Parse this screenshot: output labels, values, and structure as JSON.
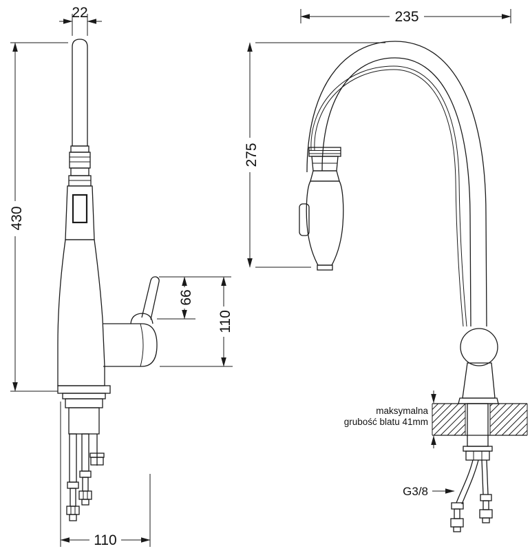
{
  "colors": {
    "background": "#ffffff",
    "ink": "#1a1a1a"
  },
  "drawing": {
    "side_view": {
      "dim_spout_width": "22",
      "dim_total_height": "430",
      "dim_handle_height": "66",
      "dim_handle_span": "110",
      "dim_base_width": "110"
    },
    "front_view": {
      "dim_reach": "235",
      "dim_clearance": "275",
      "note_countertop_line1": "maksymalna",
      "note_countertop_line2": "grubość blatu 41mm",
      "label_thread": "G3/8"
    }
  }
}
